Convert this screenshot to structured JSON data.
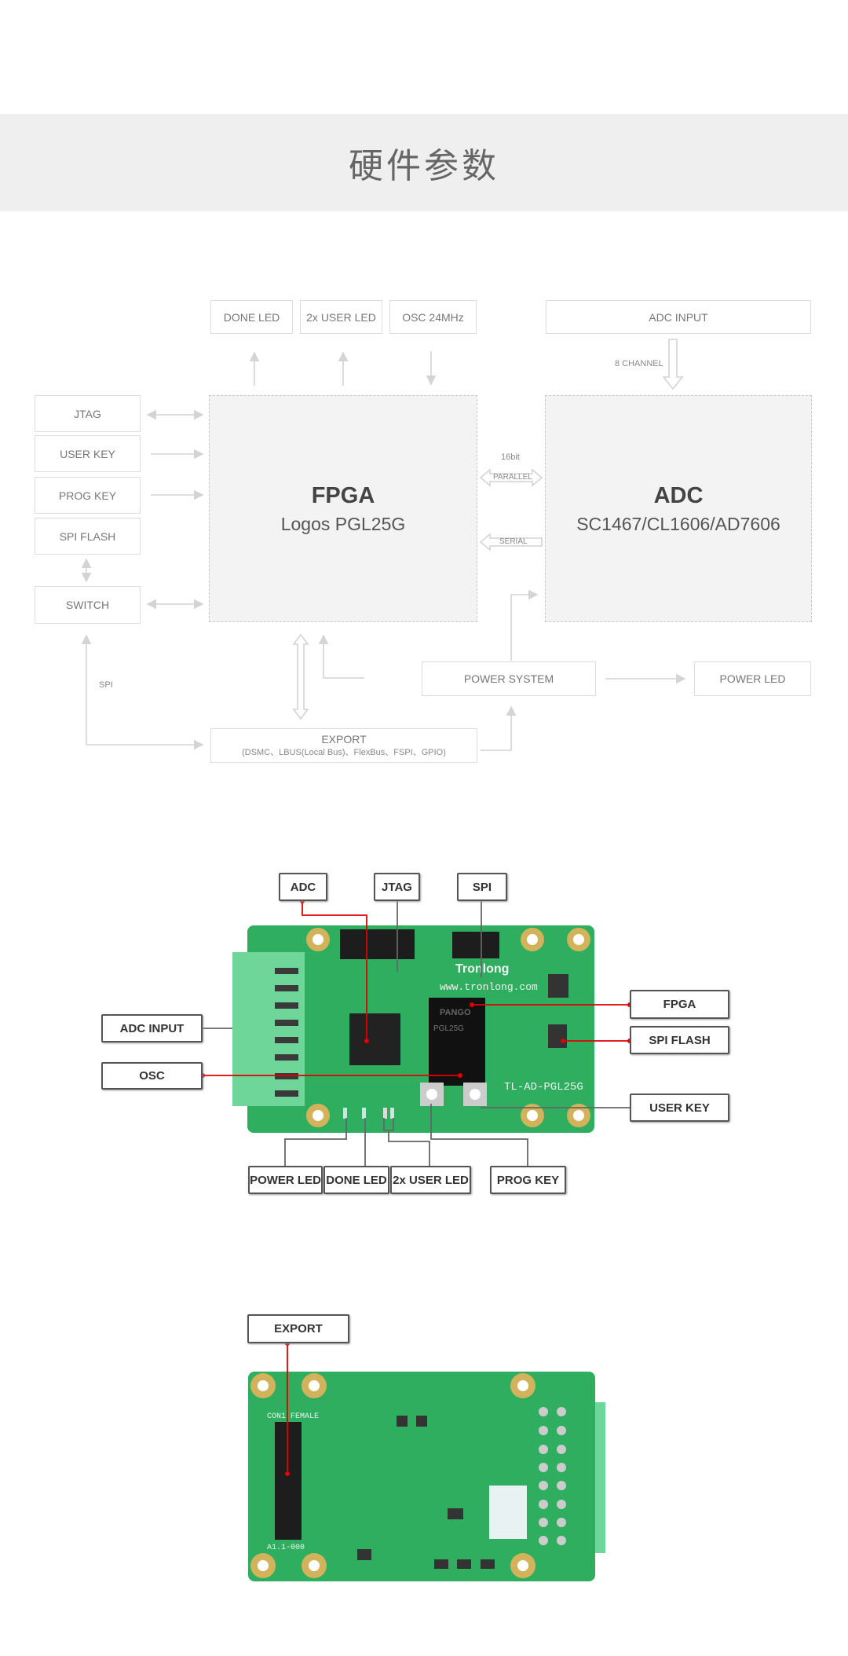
{
  "header": {
    "title": "硬件参数"
  },
  "diagram": {
    "top": [
      "DONE LED",
      "2x USER LED",
      "OSC 24MHz"
    ],
    "adc_input": "ADC INPUT",
    "channel_label": "8 CHANNEL",
    "left": [
      "JTAG",
      "USER KEY",
      "PROG KEY",
      "SPI FLASH",
      "SWITCH"
    ],
    "fpga": {
      "title": "FPGA",
      "subtitle": "Logos PGL25G"
    },
    "adc": {
      "title": "ADC",
      "subtitle": "SC1467/CL1606/AD7606"
    },
    "bus_width": "16bit",
    "parallel": "PARALLEL",
    "serial": "SERIAL",
    "spi": "SPI",
    "power_system": "POWER SYSTEM",
    "power_led": "POWER LED",
    "export": {
      "title": "EXPORT",
      "subtitle": "(DSMC、LBUS(Local Bus)、FlexBus、FSPI、GPIO)"
    }
  },
  "board_front": {
    "labels": {
      "adc": "ADC",
      "jtag": "JTAG",
      "spi": "SPI",
      "adc_input": "ADC INPUT",
      "osc": "OSC",
      "fpga": "FPGA",
      "spi_flash": "SPI FLASH",
      "user_key": "USER KEY",
      "power_led": "POWER LED",
      "done_led": "DONE LED",
      "user_led": "2x USER LED",
      "prog_key": "PROG KEY"
    },
    "silkscreen": {
      "brand": "Tronlong",
      "url": "www.tronlong.com",
      "model": "TL-AD-PGL25G",
      "chip": "PANGO",
      "chip_part": "PGL25G"
    },
    "colors": {
      "pcb": "#2fae5f",
      "connector": "#6fd69a",
      "pad": "#d2b25a",
      "leader_red": "#e00000",
      "leader_gray": "#666666"
    }
  },
  "board_back": {
    "labels": {
      "export": "EXPORT"
    },
    "silkscreen": {
      "connector": "CON1 FEMALE",
      "version": "A1.1-000"
    }
  }
}
